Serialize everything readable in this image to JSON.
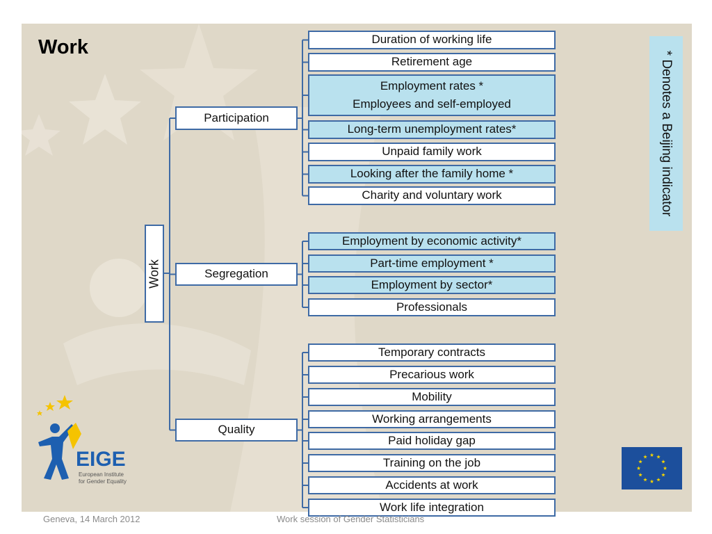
{
  "slide": {
    "title": "Work"
  },
  "diagram": {
    "root": "Work",
    "groups": [
      {
        "label": "Participation",
        "items": [
          {
            "lines": [
              "Duration of working life"
            ],
            "beijing": false
          },
          {
            "lines": [
              "Retirement age"
            ],
            "beijing": false
          },
          {
            "lines": [
              "Employment rates *",
              "Employees  and self-employed"
            ],
            "beijing": true
          },
          {
            "lines": [
              "Long-term unemployment rates*"
            ],
            "beijing": true
          },
          {
            "lines": [
              "Unpaid family work"
            ],
            "beijing": false
          },
          {
            "lines": [
              "Looking after the family home *"
            ],
            "beijing": true
          },
          {
            "lines": [
              "Charity and voluntary work"
            ],
            "beijing": false
          }
        ]
      },
      {
        "label": "Segregation",
        "items": [
          {
            "lines": [
              "Employment by economic activity*"
            ],
            "beijing": true
          },
          {
            "lines": [
              "Part-time employment *"
            ],
            "beijing": true
          },
          {
            "lines": [
              "Employment by sector*"
            ],
            "beijing": true
          },
          {
            "lines": [
              "Professionals"
            ],
            "beijing": false
          }
        ]
      },
      {
        "label": "Quality",
        "items": [
          {
            "lines": [
              "Temporary contracts"
            ],
            "beijing": false
          },
          {
            "lines": [
              "Precarious work"
            ],
            "beijing": false
          },
          {
            "lines": [
              "Mobility"
            ],
            "beijing": false
          },
          {
            "lines": [
              "Working arrangements"
            ],
            "beijing": false
          },
          {
            "lines": [
              "Paid holiday gap"
            ],
            "beijing": false
          },
          {
            "lines": [
              "Training on the job"
            ],
            "beijing": false
          },
          {
            "lines": [
              "Accidents at work"
            ],
            "beijing": false
          },
          {
            "lines": [
              "Work life integration"
            ],
            "beijing": false
          }
        ]
      }
    ]
  },
  "legend": {
    "text": "* Denotes a Beijing indicator"
  },
  "footer": {
    "left": "Geneva, 14 March 2012",
    "center": "Work session of Gender Statisticians"
  },
  "logo": {
    "name": "EIGE",
    "line1": "European Institute",
    "line2": "for Gender Equality"
  },
  "colors": {
    "line": "#3e6aa5",
    "highlight": "#b9e1ee",
    "background": "#dfd8c8",
    "eige_blue": "#1d5fb0",
    "eige_yellow": "#f5c300",
    "eu_blue": "#1c4f9c"
  }
}
